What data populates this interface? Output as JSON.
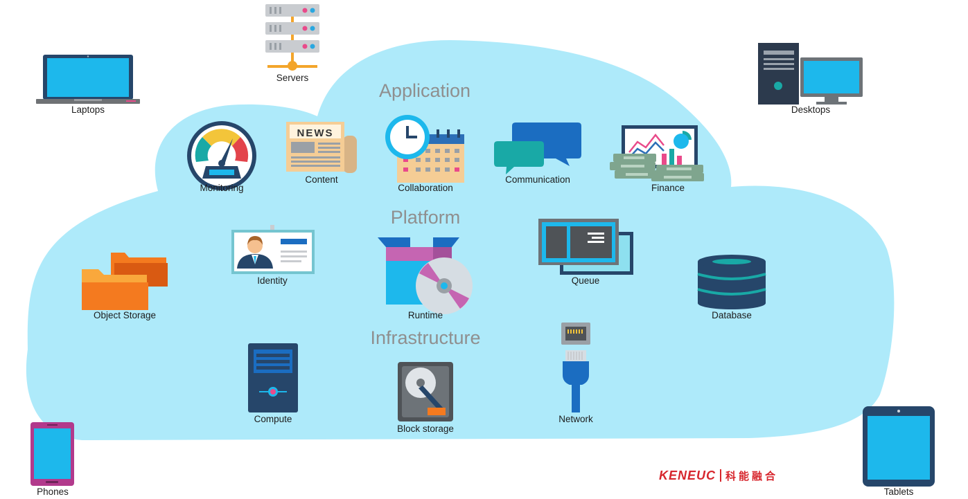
{
  "sections": {
    "application": "Application",
    "platform": "Platform",
    "infrastructure": "Infrastructure"
  },
  "devices": {
    "servers": "Servers",
    "laptops": "Laptops",
    "desktops": "Desktops",
    "phones": "Phones",
    "tablets": "Tablets"
  },
  "application_items": {
    "monitoring": "Monitoring",
    "content": "Content",
    "news_text": "NEWS",
    "collaboration": "Collaboration",
    "communication": "Communication",
    "finance": "Finance"
  },
  "platform_items": {
    "object_storage": "Object Storage",
    "identity": "Identity",
    "runtime": "Runtime",
    "queue": "Queue",
    "database": "Database"
  },
  "infrastructure_items": {
    "compute": "Compute",
    "block_storage": "Block storage",
    "network": "Network"
  },
  "brand": {
    "logo_text": "KENEUC",
    "logo_cn": "科能融合"
  },
  "colors": {
    "cloud": "#aeeafa",
    "screen_blue": "#1db8ec",
    "dark_navy": "#26466a",
    "brand_red": "#d7262d"
  }
}
